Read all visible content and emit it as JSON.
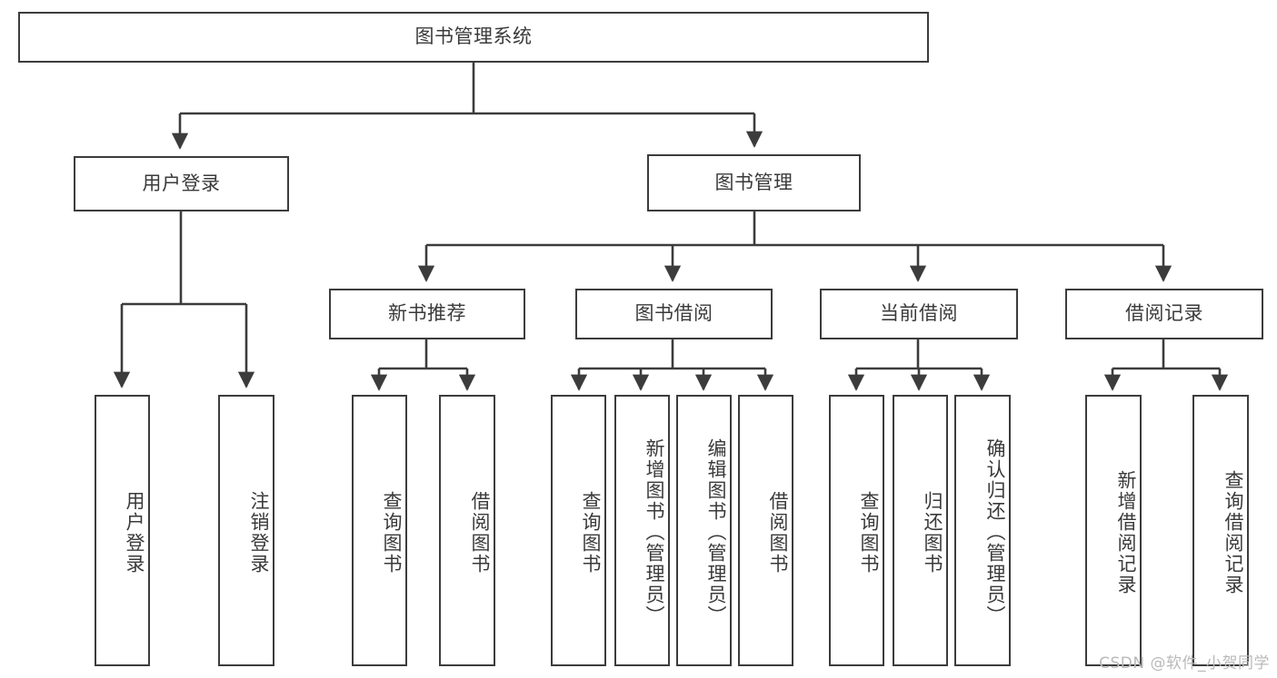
{
  "diagram": {
    "type": "tree",
    "title": "图书管理系统",
    "watermark": "CSDN @软件_小贺同学",
    "colors": {
      "box_border": "#3c3c3c",
      "box_fill": "#ffffff",
      "text": "#3a3a3a",
      "edge": "#3c3c3c",
      "watermark": "#b9b9b9",
      "background": "#ffffff"
    },
    "nodes": {
      "root": {
        "label": "图书管理系统",
        "level": 1,
        "orientation": "horizontal"
      },
      "l2": [
        {
          "label": "用户登录",
          "level": 2,
          "orientation": "horizontal"
        },
        {
          "label": "图书管理",
          "level": 2,
          "orientation": "horizontal"
        }
      ],
      "l3": [
        {
          "label": "新书推荐",
          "level": 3,
          "orientation": "horizontal"
        },
        {
          "label": "图书借阅",
          "level": 3,
          "orientation": "horizontal"
        },
        {
          "label": "当前借阅",
          "level": 3,
          "orientation": "horizontal"
        },
        {
          "label": "借阅记录",
          "level": 3,
          "orientation": "horizontal"
        }
      ],
      "leaves": [
        {
          "label": "用户登录",
          "parent": "用户登录",
          "orientation": "vertical"
        },
        {
          "label": "注销登录",
          "parent": "用户登录",
          "orientation": "vertical"
        },
        {
          "label": "查询图书",
          "parent": "新书推荐",
          "orientation": "vertical"
        },
        {
          "label": "借阅图书",
          "parent": "新书推荐",
          "orientation": "vertical"
        },
        {
          "label": "查询图书",
          "parent": "图书借阅",
          "orientation": "vertical"
        },
        {
          "label": "新增图书（管理员）",
          "parent": "图书借阅",
          "orientation": "vertical"
        },
        {
          "label": "编辑图书（管理员）",
          "parent": "图书借阅",
          "orientation": "vertical"
        },
        {
          "label": "借阅图书",
          "parent": "图书借阅",
          "orientation": "vertical"
        },
        {
          "label": "查询图书",
          "parent": "当前借阅",
          "orientation": "vertical"
        },
        {
          "label": "归还图书",
          "parent": "当前借阅",
          "orientation": "vertical"
        },
        {
          "label": "确认归还（管理员）",
          "parent": "当前借阅",
          "orientation": "vertical"
        },
        {
          "label": "新增借阅记录",
          "parent": "借阅记录",
          "orientation": "vertical"
        },
        {
          "label": "查询借阅记录",
          "parent": "借阅记录",
          "orientation": "vertical"
        }
      ]
    }
  }
}
